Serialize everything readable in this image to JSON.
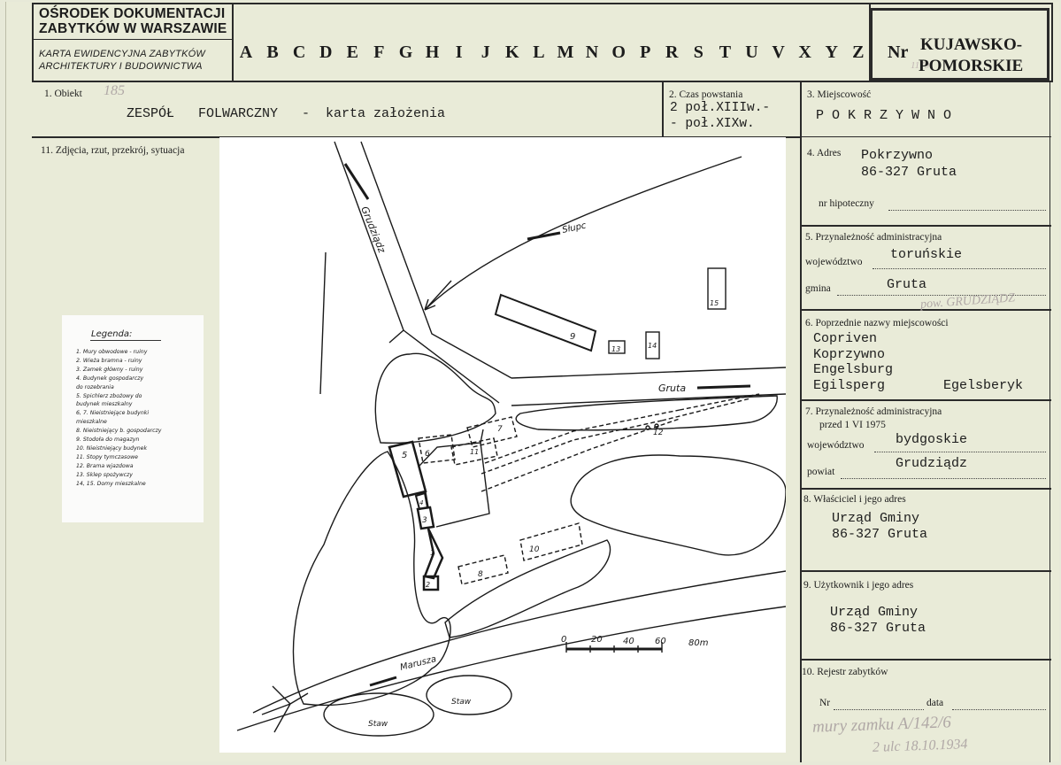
{
  "institution": {
    "name_line1": "OŚRODEK DOKUMENTACJI",
    "name_line2": "ZABYTKÓW W WARSZAWIE",
    "card_line1": "KARTA EWIDENCYJNA ZABYTKÓW",
    "card_line2": "ARCHITEKTURY I BUDOWNICTWA"
  },
  "index_letters": [
    "A",
    "B",
    "C",
    "D",
    "E",
    "F",
    "G",
    "H",
    "I",
    "J",
    "K",
    "L",
    "M",
    "N",
    "O",
    "P",
    "R",
    "S",
    "T",
    "U",
    "V",
    "X",
    "Y",
    "Z"
  ],
  "nr_box": {
    "label": "Nr",
    "number_handwritten": "1179",
    "region_line1": "KUJAWSKO-",
    "region_line2": "POMORSKIE"
  },
  "field1": {
    "label": "1. Obiekt",
    "handwritten_no": "185",
    "value": "ZESPÓŁ   FOLWARCZNY   -  karta założenia"
  },
  "field2": {
    "label": "2. Czas powstania",
    "line1": "2 poł.XIIIw.-",
    "line2": "- poł.XIXw."
  },
  "field3": {
    "label": "3. Miejscowość",
    "value": "P O K R Z Y W N O"
  },
  "field11": {
    "label": "11. Zdjęcia, rzut, przekrój, sytuacja"
  },
  "field4": {
    "label": "4. Adres",
    "line1": "Pokrzywno",
    "line2": "86-327 Gruta",
    "mortgage_label": "nr hipoteczny"
  },
  "field5": {
    "label": "5. Przynależność administracyjna",
    "voiv_label": "województwo",
    "voiv_value": "toruńskie",
    "gmina_label": "gmina",
    "gmina_value": "Gruta",
    "handwritten": "pow. GRUDZIĄDZ"
  },
  "field6": {
    "label": "6. Poprzednie nazwy miejscowości",
    "names": [
      "Copriven",
      "Koprzywno",
      "Engelsburg",
      "Egilsperg"
    ],
    "extra": "Egelsberyk"
  },
  "field7": {
    "label": "7. Przynależność administracyjna",
    "sublabel": "przed 1 VI 1975",
    "voiv_label": "województwo",
    "voiv_value": "bydgoskie",
    "powiat_label": "powiat",
    "powiat_value": "Grudziądz"
  },
  "field8": {
    "label": "8. Właściciel i jego adres",
    "line1": "Urząd Gminy",
    "line2": "86-327 Gruta"
  },
  "field9": {
    "label": "9. Użytkownik i jego adres",
    "line1": "Urząd Gminy",
    "line2": "86-327 Gruta"
  },
  "field10": {
    "label": "10. Rejestr zabytków",
    "nr_label": "Nr",
    "data_label": "data",
    "hand1": "mury zamku A/142/6",
    "hand2": "2 ulc 18.10.1934"
  },
  "legend": {
    "title": "Legenda:",
    "items": [
      "1. Mury obwodowe - ruiny",
      "2. Wieża bramna - ruiny",
      "3. Zamek główny - ruiny",
      "4. Budynek gospodarczy",
      "   do rozebrania",
      "5. Spichlerz zbożowy do",
      "   budynek mieszkalny",
      "6, 7. Nieistniejące budynki",
      "   mieszkalne",
      "8. Nieistniejący b. gospodarczy",
      "9. Stodoła do magazyn",
      "10. Nieistniejący budynek",
      "11. Stopy tymczasowe",
      "12. Brama wjazdowa",
      "13. Sklep spożywczy",
      "14, 15. Domy mieszkalne"
    ]
  },
  "plan": {
    "roads": [
      "Grudziądz",
      "Słupc",
      "Gruta",
      "Marusza"
    ],
    "ponds": [
      "Staw",
      "Staw"
    ],
    "numbers": [
      "1",
      "2",
      "3",
      "4",
      "5",
      "6",
      "7",
      "8",
      "9",
      "10",
      "11",
      "12",
      "13",
      "14",
      "15"
    ],
    "scale_ticks": [
      "0",
      "20",
      "40",
      "60",
      "80m"
    ]
  }
}
